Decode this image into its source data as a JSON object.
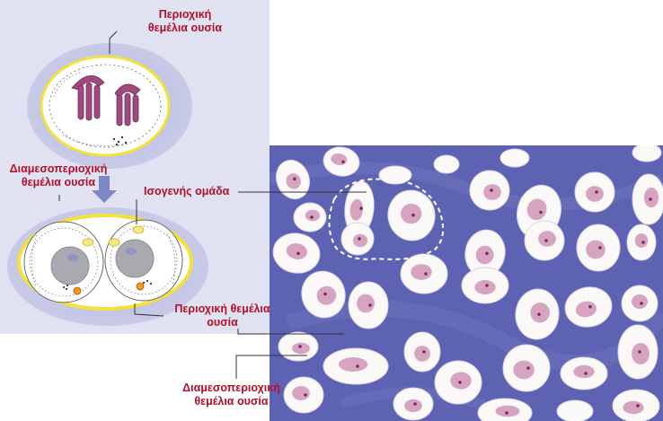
{
  "labels": {
    "top_pericellular": [
      "Περιοχική",
      "θεμέλια ουσία"
    ],
    "left_interterritorial": [
      "Διαμεσοπεριοχική",
      "θεμέλια ουσία"
    ],
    "isogenous_group": "Ισογενής ομάδα",
    "pericellular_matrix": [
      "Περιοχική θεμέλια",
      "ουσία"
    ],
    "interterritorial_matrix": [
      "Διαμεσοπεριοχική",
      "θεμέλια ουσία"
    ]
  },
  "colors": {
    "label": "#b0102a",
    "panel": "#e1e2f1",
    "matrix_halo": "#c3c6e4",
    "capsule": "#f4e23a",
    "chromatin": "#a0497f",
    "nucleus": "#a9aab0",
    "micrograph_matrix": "#5d62b2",
    "lacuna": "#fbf9f7",
    "cell_nucleus": "#cf95b6"
  }
}
